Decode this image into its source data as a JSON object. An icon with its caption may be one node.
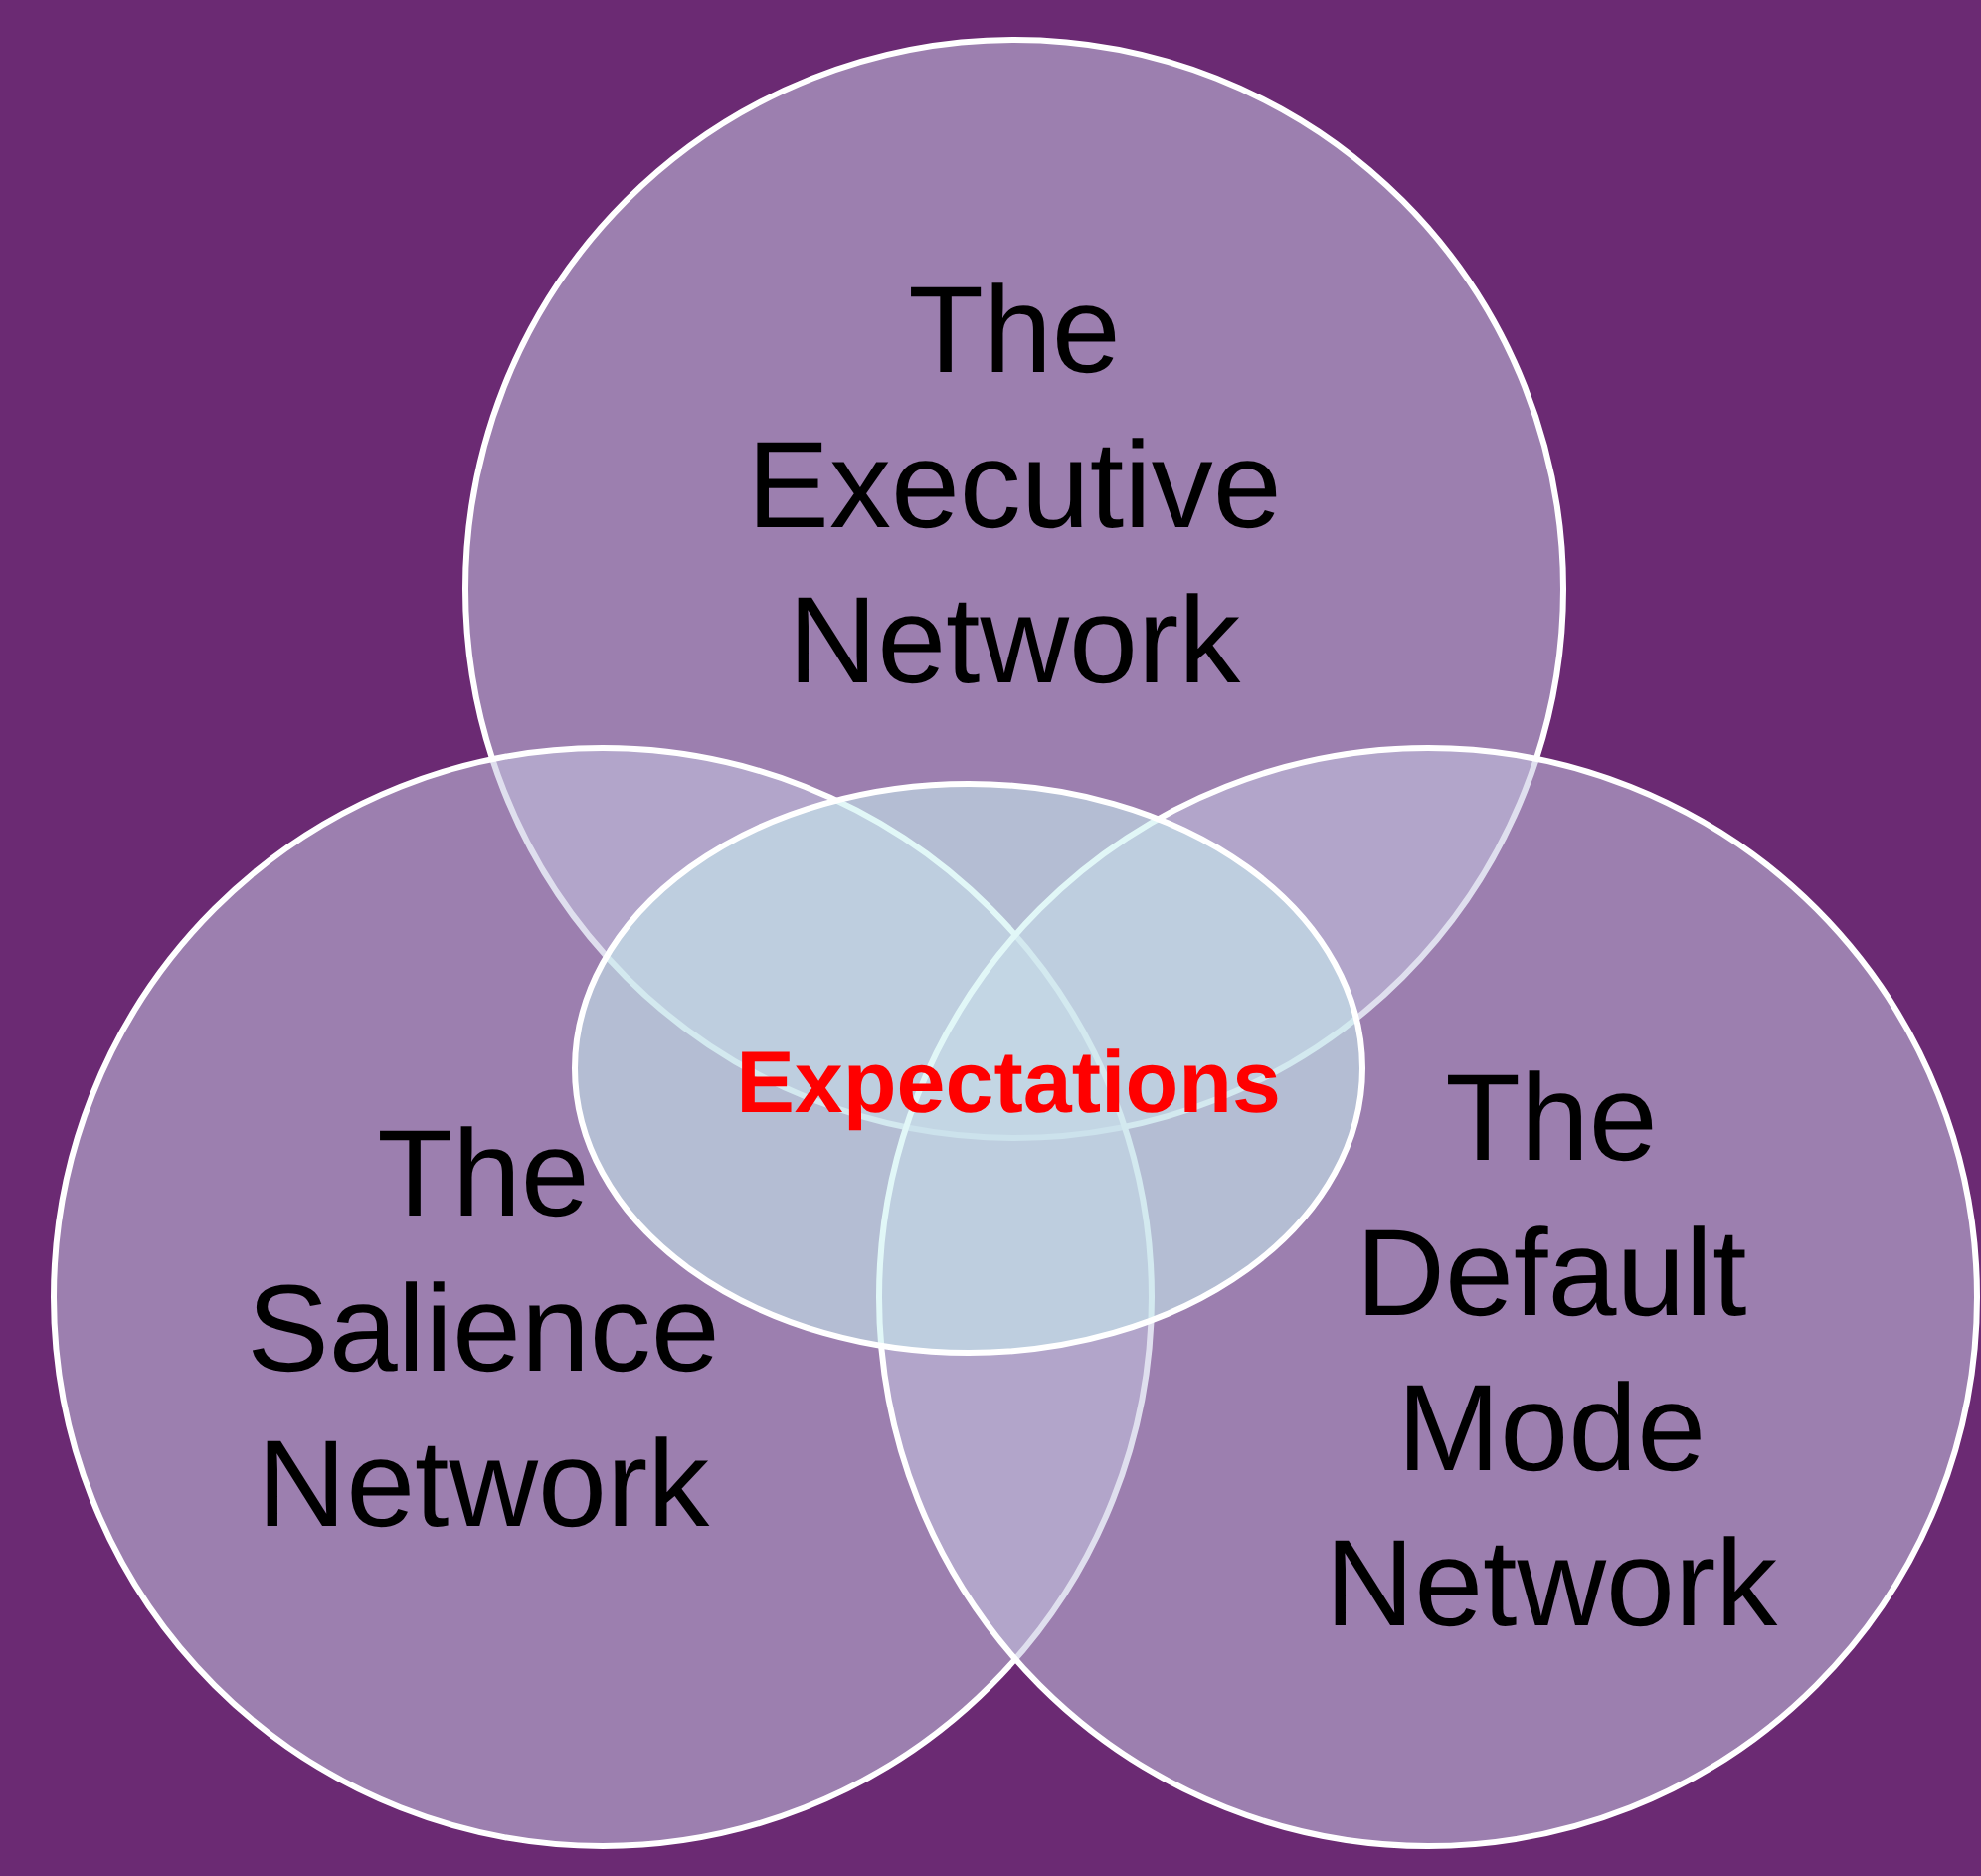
{
  "diagram": {
    "nodes": [
      {
        "text": [
          "The Executive Network"
        ]
      },
      {
        "text": [
          "The Salience Network"
        ]
      },
      {
        "text": [
          "The Default Mode Network"
        ]
      },
      {
        "text": [
          "Expectations"
        ]
      }
    ],
    "edges": []
  }
}
